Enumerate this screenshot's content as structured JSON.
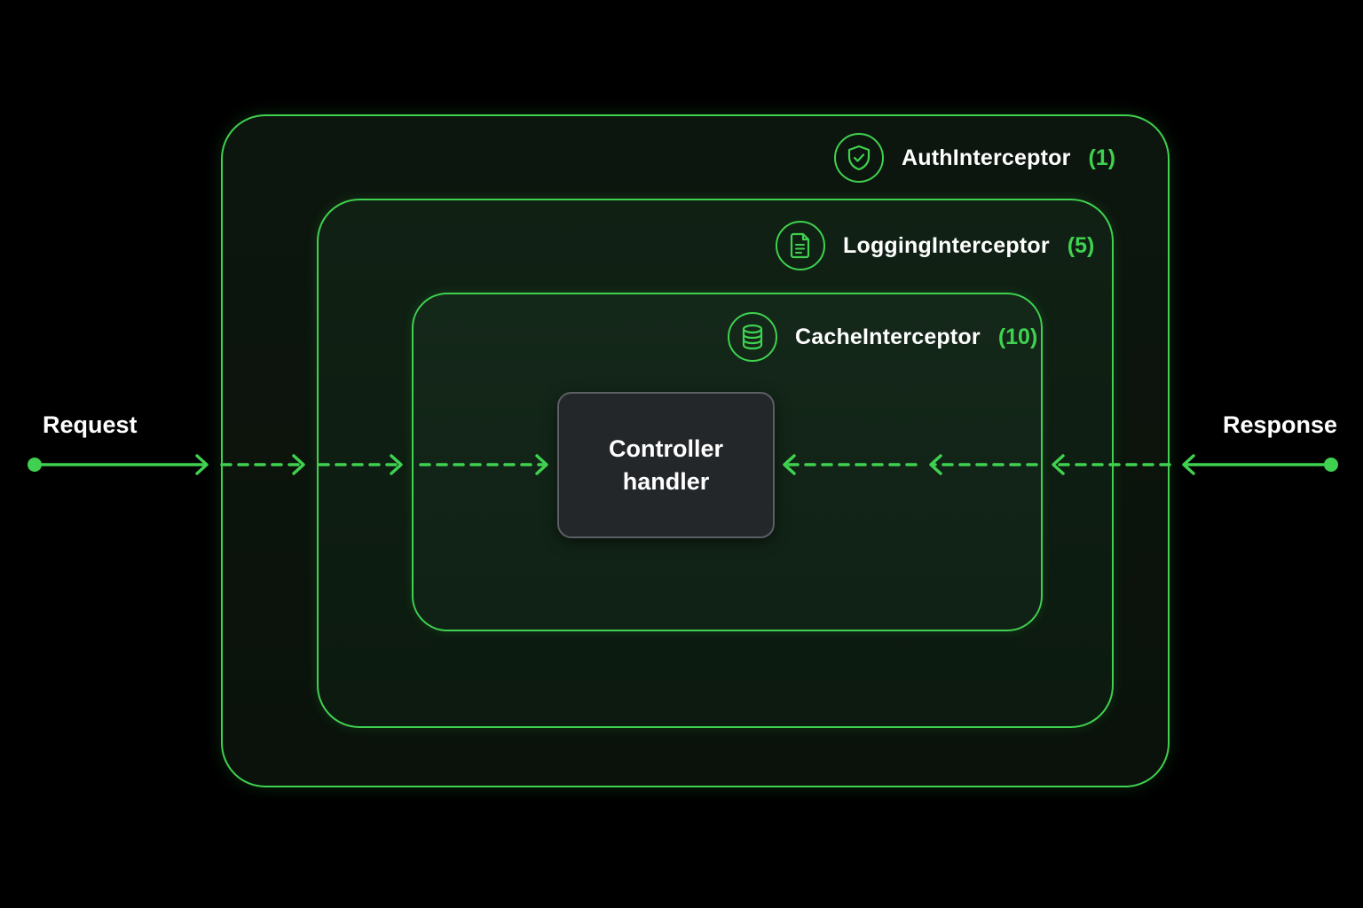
{
  "flow": {
    "request_label": "Request",
    "response_label": "Response"
  },
  "layers": [
    {
      "name": "AuthInterceptor",
      "order": "(1)",
      "icon": "shield-check-icon"
    },
    {
      "name": "LoggingInterceptor",
      "order": "(5)",
      "icon": "document-icon"
    },
    {
      "name": "CacheInterceptor",
      "order": "(10)",
      "icon": "database-icon"
    }
  ],
  "controller": {
    "label": "Controller handler"
  },
  "colors": {
    "accent": "#3fd14f",
    "background": "#000000",
    "controller_fill": "#24272a",
    "text": "#ffffff"
  }
}
